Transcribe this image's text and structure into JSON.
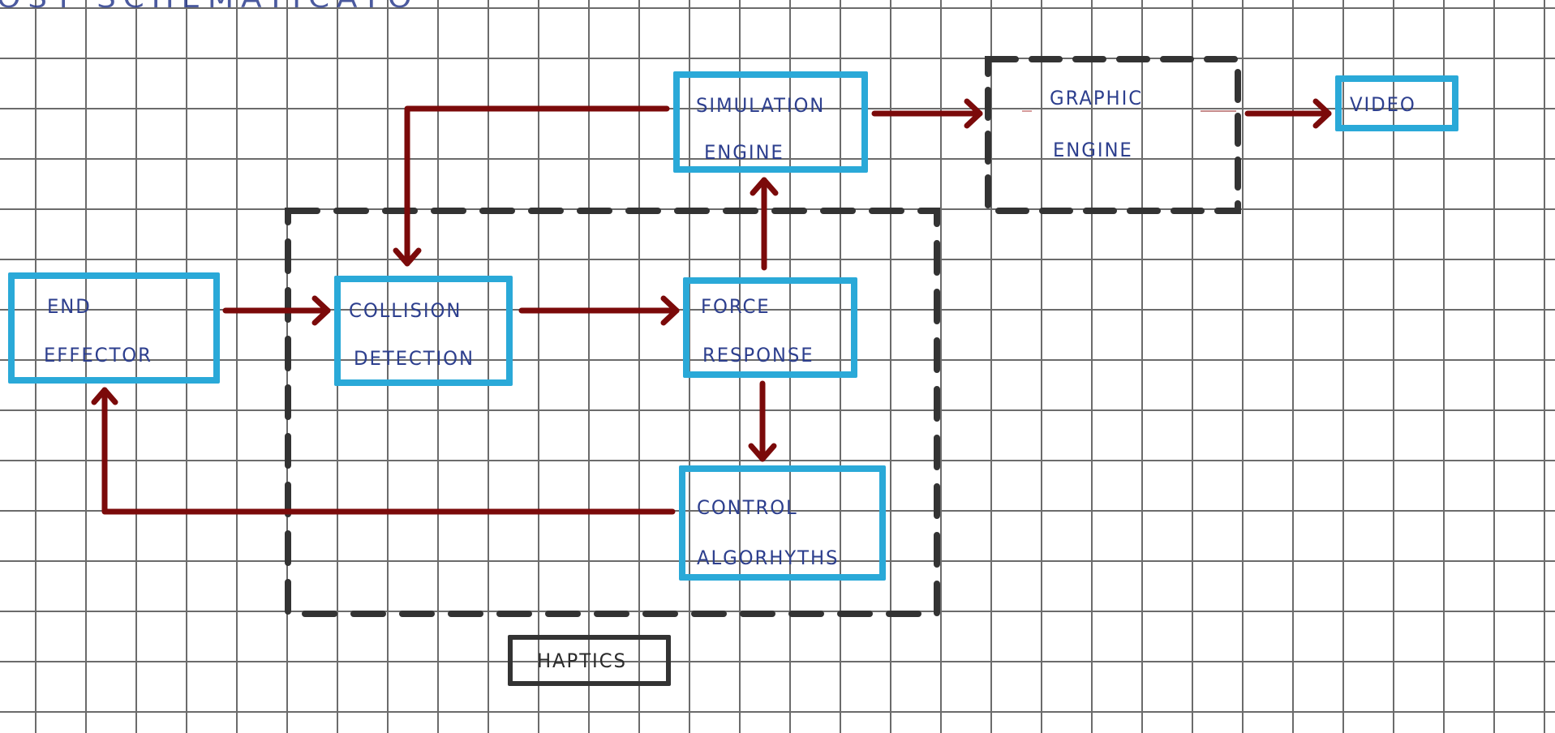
{
  "page": {
    "title_fragment": "OST  SCHEMATICATO"
  },
  "colors": {
    "block_border": "#2aa9d8",
    "arrow": "#7b0a0a",
    "group_border": "#333333",
    "handwriting": "#2d3f8e",
    "grid": "#6b6b6b"
  },
  "blocks": {
    "end_effector": {
      "line1": "END",
      "line2": "EFFECTOR"
    },
    "collision_detection": {
      "line1": "COLLISION",
      "line2": "DETECTION"
    },
    "force_response": {
      "line1": "FORCE",
      "line2": "RESPONSE"
    },
    "control_algorithms": {
      "line1": "CONTROL",
      "line2": "ALGORHYTHS"
    },
    "simulation_engine": {
      "line1": "SIMULATION",
      "line2": "ENGINE"
    },
    "graphic_engine": {
      "line1": "GRAPHIC",
      "line2": "ENGINE"
    },
    "video": {
      "line1": "VIDEO"
    }
  },
  "groups": {
    "haptics": {
      "label": "HAPTICS"
    }
  },
  "connections": [
    {
      "from": "END EFFECTOR",
      "to": "COLLISION DETECTION"
    },
    {
      "from": "COLLISION DETECTION",
      "to": "FORCE RESPONSE"
    },
    {
      "from": "FORCE RESPONSE",
      "to": "SIMULATION ENGINE"
    },
    {
      "from": "FORCE RESPONSE",
      "to": "CONTROL ALGORHYTHS"
    },
    {
      "from": "CONTROL ALGORHYTHS",
      "to": "END EFFECTOR"
    },
    {
      "from": "SIMULATION ENGINE",
      "to": "COLLISION DETECTION"
    },
    {
      "from": "SIMULATION ENGINE",
      "to": "GRAPHIC ENGINE"
    },
    {
      "from": "GRAPHIC ENGINE",
      "to": "VIDEO"
    }
  ]
}
